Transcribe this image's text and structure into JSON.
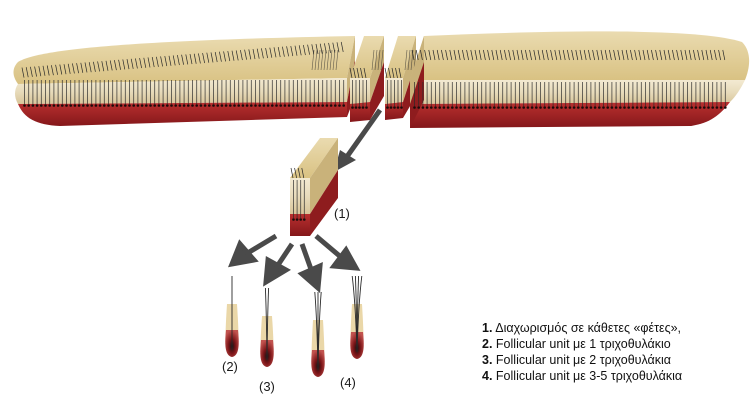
{
  "labels": {
    "slice": "(1)",
    "unit1": "(2)",
    "unit2": "(3)",
    "unit3": "(4)"
  },
  "legend": [
    {
      "num": "1.",
      "text": "Διαχωρισμός σε κάθετες «φέτες»,"
    },
    {
      "num": "2.",
      "text": "Follicular unit με 1 τριχοθυλάκιο"
    },
    {
      "num": "3.",
      "text": "Follicular unit με 2 τριχοθυλάκια"
    },
    {
      "num": "4.",
      "text": "Follicular unit με 3-5 τριχοθυλάκια"
    }
  ],
  "colors": {
    "skin_top": "#e3cf98",
    "skin_side": "#ede2c4",
    "dermis": "#a52427",
    "dermis_dark": "#7c1518",
    "hair": "#2a2a2a",
    "arrow": "#4a4a4a"
  },
  "units": [
    {
      "hairs": 1
    },
    {
      "hairs": 2
    },
    {
      "hairs": 3
    },
    {
      "hairs": 4
    }
  ]
}
